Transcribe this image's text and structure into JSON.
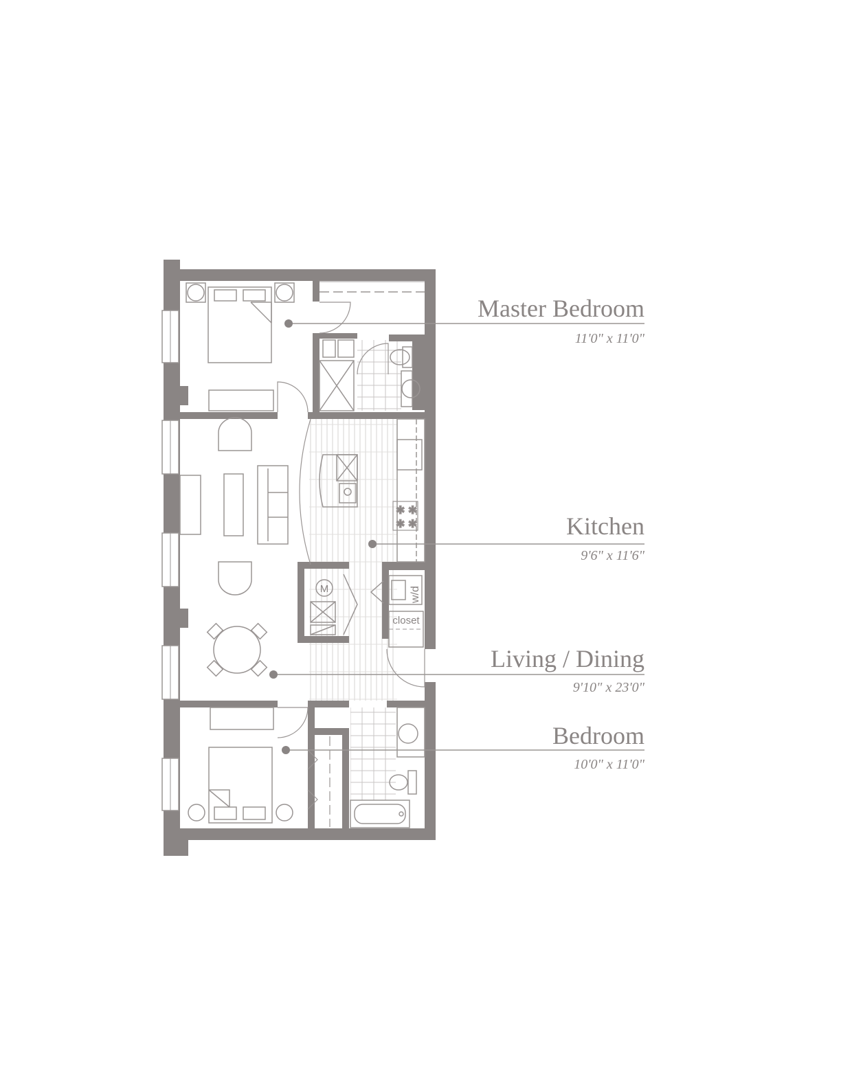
{
  "colors": {
    "wall": "#8a8584",
    "line": "#9a9594",
    "background": "#ffffff"
  },
  "rooms": [
    {
      "name": "Master Bedroom",
      "dimensions": "11'0\" x 11'0\""
    },
    {
      "name": "Kitchen",
      "dimensions": "9'6\" x 11'6\""
    },
    {
      "name": "Living / Dining",
      "dimensions": "9'10\" x 23'0\""
    },
    {
      "name": "Bedroom",
      "dimensions": "10'0\" x 11'0\""
    }
  ],
  "fixtures": {
    "mechanical": "M",
    "washer_dryer": "w/d",
    "closet": "closet"
  },
  "icons": [
    "door-swing-icon",
    "bed-icon",
    "sofa-icon",
    "armchair-icon",
    "dining-table-icon",
    "shower-icon",
    "toilet-icon",
    "sink-icon",
    "bathtub-icon",
    "stove-icon",
    "window-icon"
  ]
}
